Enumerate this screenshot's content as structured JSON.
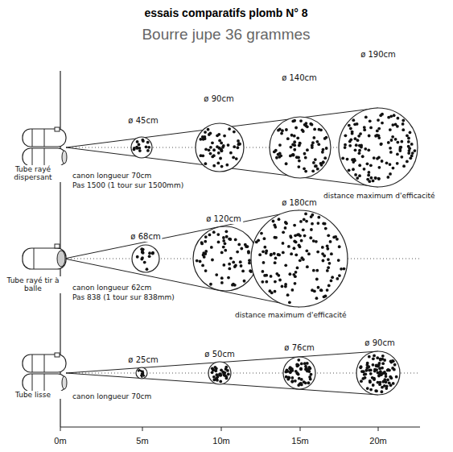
{
  "diagram": {
    "title": "essais comparatifs plomb N° 8",
    "labels": [
      "Bourre jupe 36 grammes",
      "Tube rayé dispersant",
      "canon longueur 70cm",
      "Pas 1500 (1 tour sur 1500mm)",
      "ø 45cm",
      "ø 90cm",
      "ø 140cm",
      "ø 190cm",
      "distance maximum d'efficacité",
      "Tube rayé tir à balle",
      "canon longueur 62cm",
      "Pas 838 (1 tour sur 838mm)",
      "ø 68cm",
      "ø 120cm",
      "ø 180cm",
      "distance maximum d'efficacité",
      "Tube lisse",
      "canon longueur 70cm",
      "ø 25cm",
      "ø 50cm",
      "ø 76cm",
      "ø 90cm",
      "0m",
      "5m",
      "10m",
      "15m",
      "20m"
    ]
  }
}
